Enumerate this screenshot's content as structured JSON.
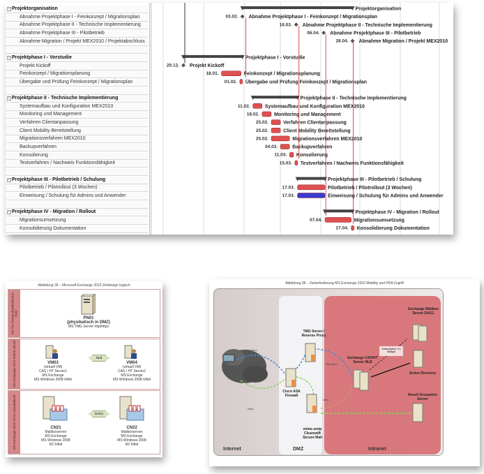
{
  "gantt": {
    "rows": [
      {
        "label": "Projektorganisation",
        "summary": true,
        "start": "03.02.",
        "end": "28.04.",
        "bar_label": "Projektorganisation"
      },
      {
        "label": "Abnahme Projektphase I - Feinkonzept / Migrationsplan",
        "milestone": true,
        "start": "03.02.",
        "bar_label": "Abnahme Projektphase I - Feinkonzept / Migrationsplan"
      },
      {
        "label": "Abnahme Projektphase II - Technische Implementierung",
        "milestone": true,
        "start": "16.03.",
        "bar_label": "Abnahme Projektphase II - Technische Implementierung"
      },
      {
        "label": "Abnahme Projektphase III - Pilotbetrieb",
        "milestone": true,
        "start": "06.04.",
        "bar_label": "Abnahme Projektphase III - Pilotbetrieb"
      },
      {
        "label": "Abnahme Migration / Projekt MEX2010 / Projektabschluss",
        "milestone": true,
        "start": "28.04.",
        "bar_label": "Abnahme Migration / Projekt MEX2010"
      },
      {
        "label": ""
      },
      {
        "label": "Projektphase I - Vorstudie",
        "summary": true,
        "start": "20.12.",
        "end": "03.02.",
        "bar_label": "Projektphase I - Vorstudie"
      },
      {
        "label": "Projekt Kickoff",
        "milestone": true,
        "start": "20.12.",
        "bar_label": "Projekt Kickoff"
      },
      {
        "label": "Feinkonzept / Migrationsplanung",
        "start": "18.01.",
        "days": 15,
        "bar_label": "Feinkonzept / Migrationsplanung"
      },
      {
        "label": "Übergabe und Prüfung Feinkonzept / Migrationsplan",
        "start": "01.02.",
        "days": 2,
        "bar_label": "Übergabe und Prüfung Feinkonzept / Migrationsplan"
      },
      {
        "label": ""
      },
      {
        "label": "Projektphase II - Technische Implementierung",
        "summary": true,
        "start": "11.02.",
        "end": "17.03.",
        "bar_label": "Projektphase II - Technische Implementierung"
      },
      {
        "label": "Systemaufbau und Konfiguration MEX2010",
        "start": "11.02.",
        "days": 7,
        "bar_label": "Systemaufbau und Konfiguration MEX2010"
      },
      {
        "label": "Monitoring und Management",
        "start": "18.02.",
        "days": 7,
        "bar_label": "Monitoring und Management"
      },
      {
        "label": "Verfahren Clientanpassung",
        "start": "25.02.",
        "days": 7,
        "bar_label": "Verfahren Clientanpassung"
      },
      {
        "label": "Client Mobility Bereitstellung",
        "start": "25.02.",
        "days": 7,
        "bar_label": "Client Mobility Bereitstellung"
      },
      {
        "label": "Migrationsverfahren MEX2010",
        "start": "25.02.",
        "days": 14,
        "bar_label": "Migrationsverfahren MEX2010"
      },
      {
        "label": "Backupverfahren",
        "start": "04.03.",
        "days": 7,
        "bar_label": "Backupverfahren"
      },
      {
        "label": "Konsolierung",
        "start": "11.03.",
        "days": 3,
        "bar_label": "Konsolierung"
      },
      {
        "label": "Testverfahren / Nachweis Funktionsfähigkeit",
        "start": "15.03.",
        "days": 2,
        "bar_label": "Testverfahren / Nachweis Funktionsfähigkeit"
      },
      {
        "label": ""
      },
      {
        "label": "Projektphase III - Pilotbetrieb / Schulung",
        "summary": true,
        "start": "17.03.",
        "end": "07.04.",
        "bar_label": "Projektphase III - Pilotbetrieb / Schulung"
      },
      {
        "label": "Pilotbetrieb / Pilotrollout (3 Wochen)",
        "start": "17.03.",
        "days": 21,
        "bar_label": "Pilotbetrieb / Pilotrollout (3 Wochen)"
      },
      {
        "label": "Einweisung / Schulung für Admins und Anwender",
        "start": "17.03.",
        "days": 21,
        "color": "#3a3ad0",
        "bar_label": "Einweisung / Schulung für Admins und Anwender"
      },
      {
        "label": ""
      },
      {
        "label": "Projektphase IV - Migration / Rollout",
        "summary": true,
        "start": "07.04.",
        "end": "28.04.",
        "bar_label": "Projektphase IV - Migration / Rollout"
      },
      {
        "label": "Migrationsumsetzung",
        "start": "07.04.",
        "days": 20,
        "bar_label": "Migrationsumsetzung"
      },
      {
        "label": "Konsolidierung Dokumentation",
        "start": "27.04.",
        "days": 2,
        "bar_label": "Konsolidierung Dokumentation"
      }
    ],
    "colors": {
      "task": "#e05050",
      "summary": "#444444",
      "critical_line": "#d02020"
    }
  },
  "diagram_left": {
    "caption": "Abbildung 36 – Microsoft Exchange 2010 Zieldesign logisch",
    "bands": [
      {
        "label": "MS ISA Server physikalisch in DMZ"
      },
      {
        "label": "MS Exchange 2010 Rollen virtuell"
      },
      {
        "label": "MS Exchange 2010 DAG1 physikalisch"
      }
    ],
    "pn01": {
      "name": "PN01",
      "line1": "(physikalisch in DMZ)",
      "line2": "MS TMG Server http/https"
    },
    "vm03": {
      "name": "VM03",
      "lines": [
        "(virtuell VM)",
        "CAS / HT Server1",
        "MS Exchange",
        "MS Windows 2008 64bit"
      ]
    },
    "vm04": {
      "name": "VM04",
      "lines": [
        "(virtuell VM)",
        "CAS / HT Server2",
        "MS Exchange",
        "MS Windows 2008 64bit"
      ]
    },
    "nlb": "NLB",
    "dag": "DAG1",
    "cn21": {
      "name": "CN21",
      "lines": [
        "Mailboxserver",
        "MS Exchange",
        "MS Windows 2008",
        "R2 64bit"
      ]
    },
    "cn22": {
      "name": "CN22",
      "lines": [
        "Mailboxserver",
        "MS Exchange",
        "MS Windows 2008",
        "R2 64bit"
      ]
    }
  },
  "diagram_right": {
    "caption": "Abbildung 38 – Zielanforderung MS Exchange 2010 Mobility und PDA Zugriff",
    "zones": {
      "internet": "Internet",
      "dmz": "DMZ",
      "intranet": "Intranet"
    },
    "tmg": "TMG Server / Reverse Proxy",
    "asa": "Cisco ASA Firewall",
    "mime": "mime-smtp Clearswift Secure Mail",
    "cas": "Exchange CAS/HT Server NLB",
    "mbx": "Exchange Mailbox Server DAG1",
    "ad": "Active Directory",
    "novell": "Novell Groupwise Server",
    "subscription": "Subscription / to Mailpal",
    "http1": "http/https",
    "http2": "http/https",
    "smtp1": "smtp",
    "smtp2": "smtp"
  }
}
